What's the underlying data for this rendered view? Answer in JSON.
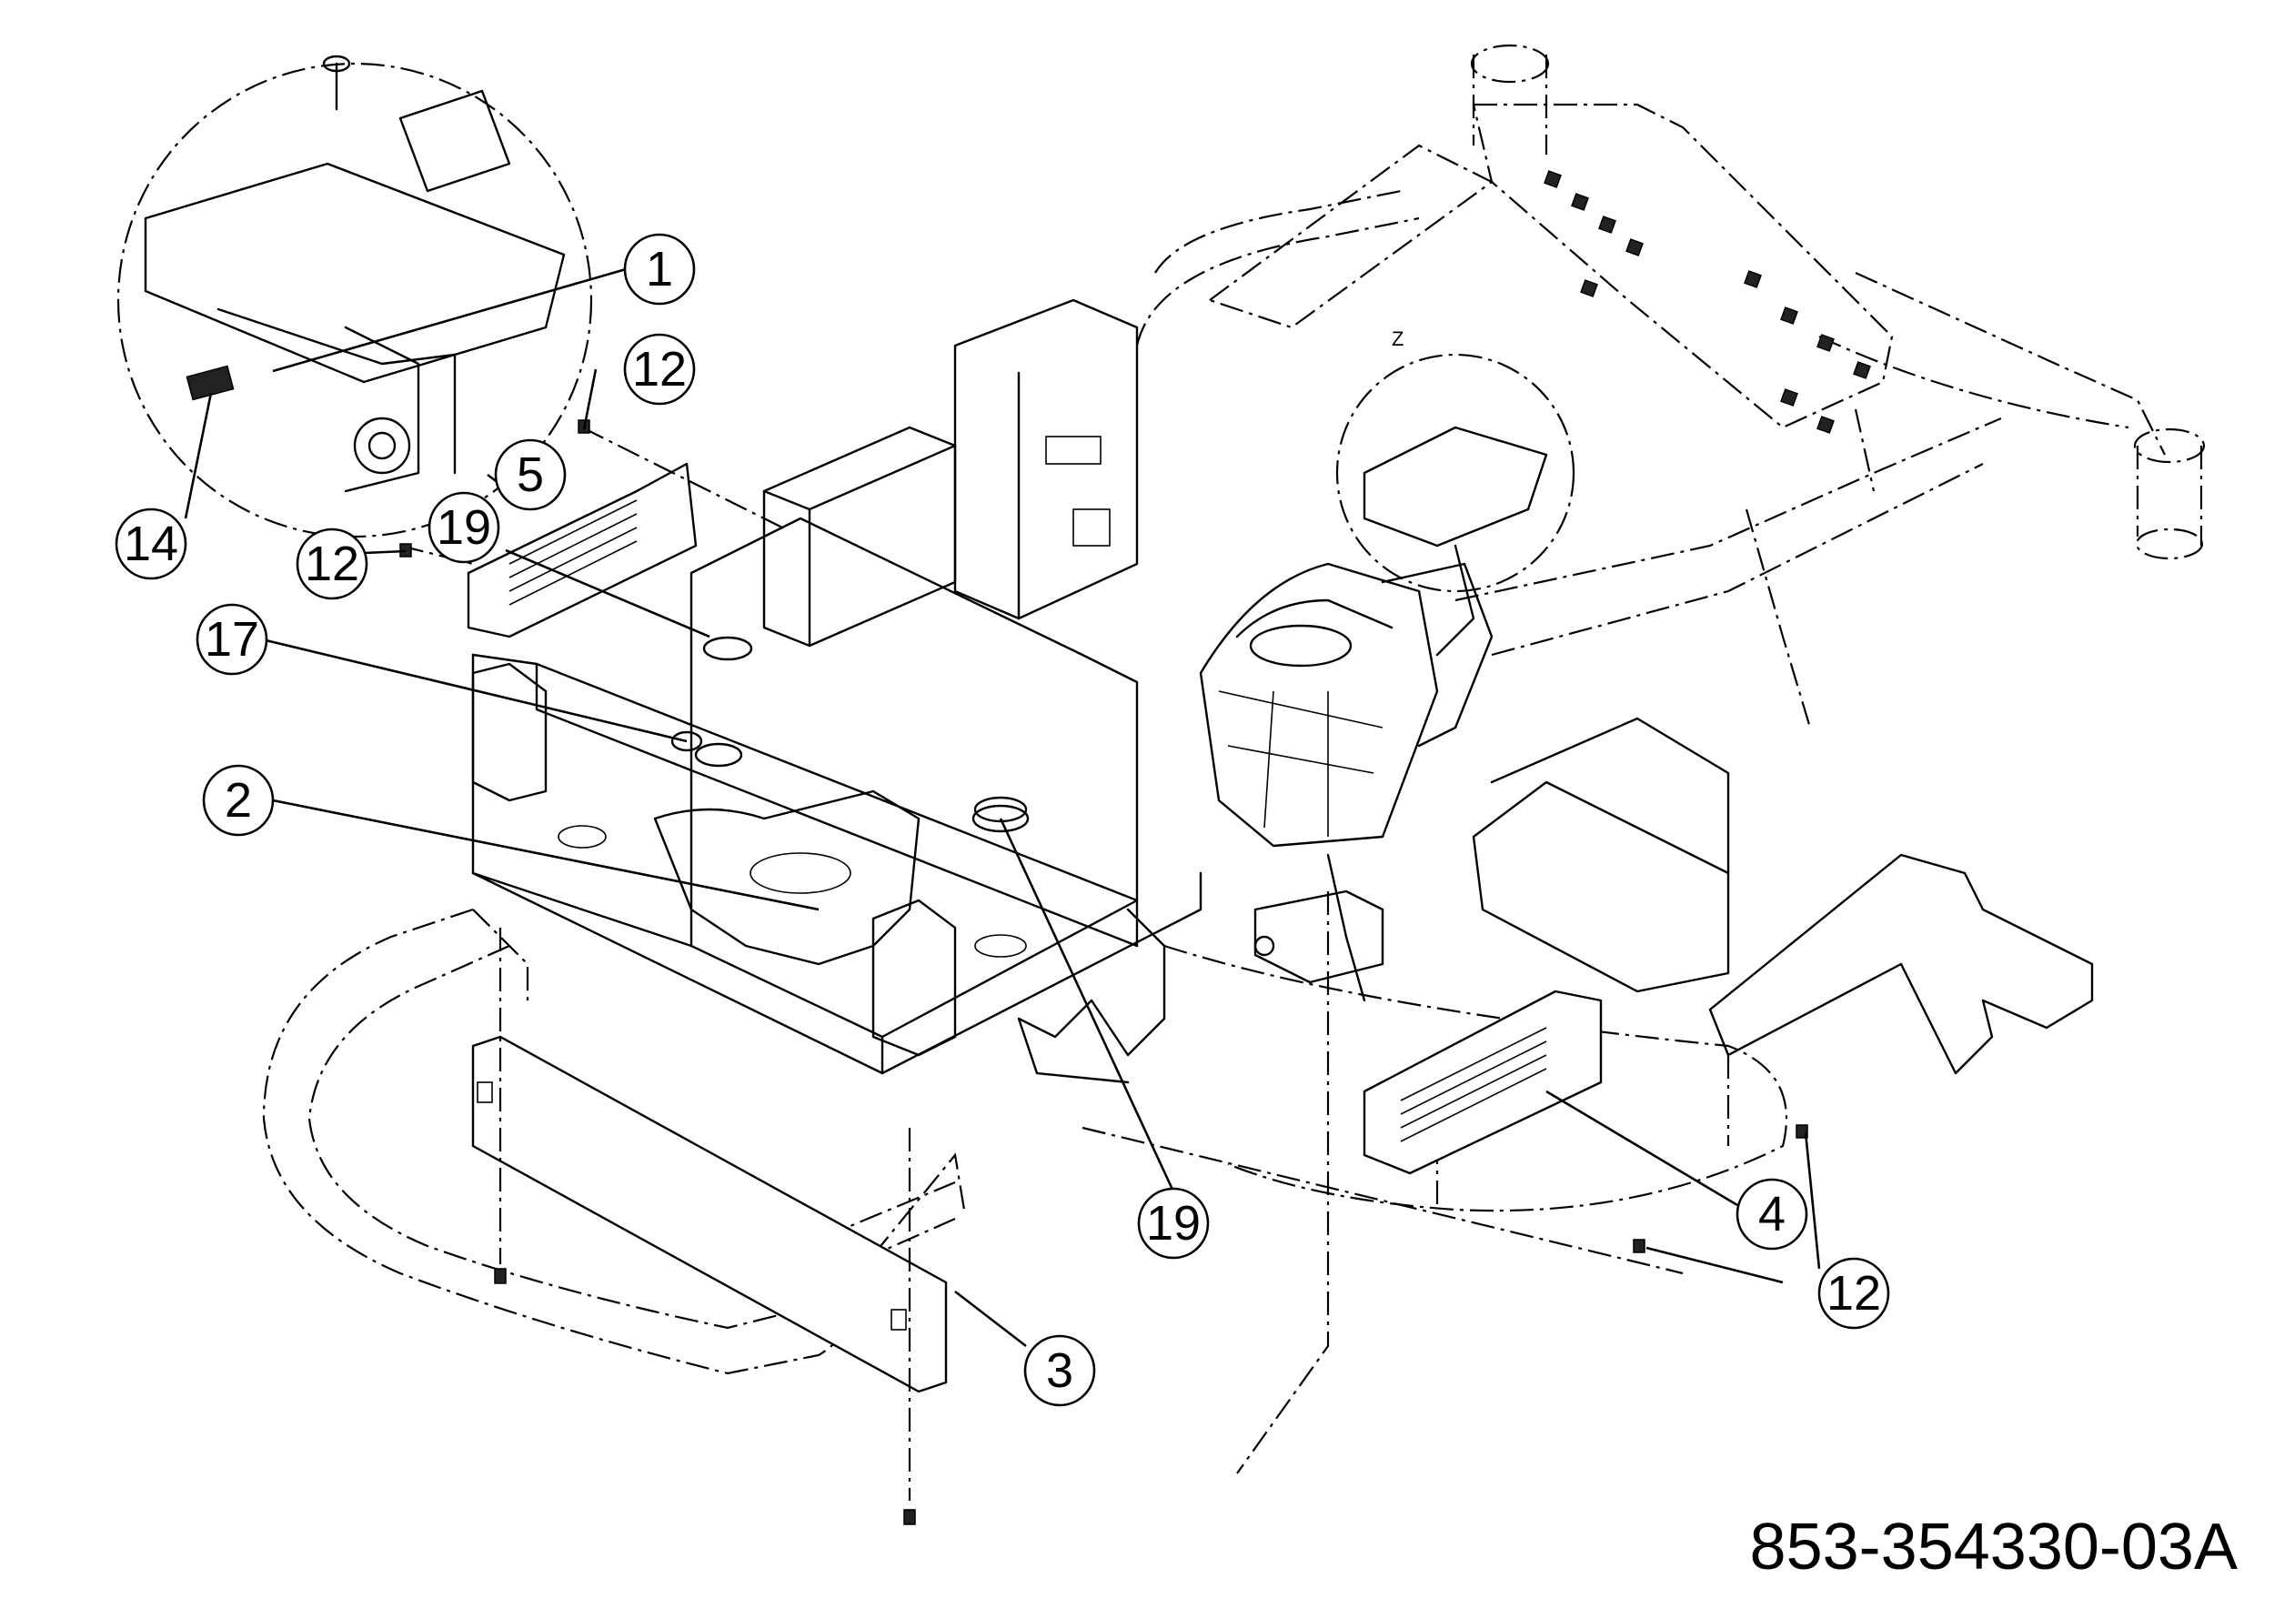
{
  "drawing_number": "853-354330-03A",
  "detail_marker": "Z",
  "callouts": [
    {
      "id": "c1",
      "label": "1"
    },
    {
      "id": "c12a",
      "label": "12"
    },
    {
      "id": "c5",
      "label": "5"
    },
    {
      "id": "c19a",
      "label": "19"
    },
    {
      "id": "c12b",
      "label": "12"
    },
    {
      "id": "c14",
      "label": "14"
    },
    {
      "id": "c17",
      "label": "17"
    },
    {
      "id": "c2",
      "label": "2"
    },
    {
      "id": "c19b",
      "label": "19"
    },
    {
      "id": "c4",
      "label": "4"
    },
    {
      "id": "c12c",
      "label": "12"
    },
    {
      "id": "c3",
      "label": "3"
    }
  ]
}
